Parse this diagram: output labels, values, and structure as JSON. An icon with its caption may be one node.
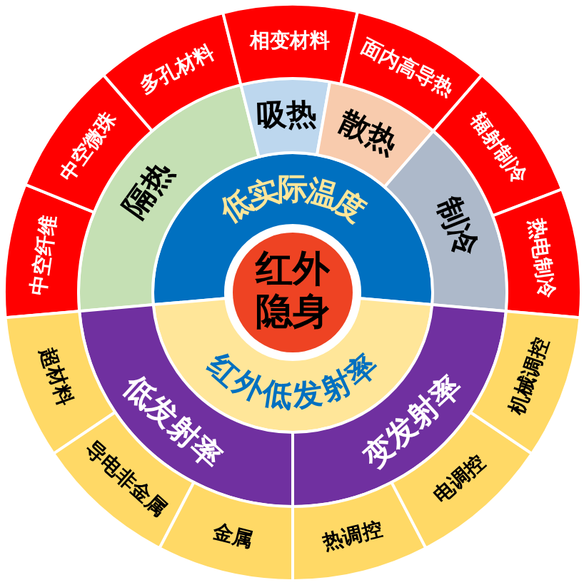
{
  "diagram": {
    "nodes": [
      {
        "text": [
          "红外隐身"
        ]
      },
      {
        "text": [
          "低实际温度"
        ]
      },
      {
        "text": [
          "红外低发射率"
        ]
      },
      {
        "text": [
          "隔热"
        ]
      },
      {
        "text": [
          "吸热"
        ]
      },
      {
        "text": [
          "散热"
        ]
      },
      {
        "text": [
          "制冷"
        ]
      },
      {
        "text": [
          "低发射率"
        ]
      },
      {
        "text": [
          "变发射率"
        ]
      },
      {
        "text": [
          "中空纤维"
        ]
      },
      {
        "text": [
          "中空微珠"
        ]
      },
      {
        "text": [
          "多孔材料"
        ]
      },
      {
        "text": [
          "相变材料"
        ]
      },
      {
        "text": [
          "面内高导热"
        ]
      },
      {
        "text": [
          "辐射制冷"
        ]
      },
      {
        "text": [
          "热电制冷"
        ]
      },
      {
        "text": [
          "超材料"
        ]
      },
      {
        "text": [
          "导电非金属"
        ]
      },
      {
        "text": [
          "金属"
        ]
      },
      {
        "text": [
          "热调控"
        ]
      },
      {
        "text": [
          "电调控"
        ]
      },
      {
        "text": [
          "机械调控"
        ]
      }
    ]
  }
}
